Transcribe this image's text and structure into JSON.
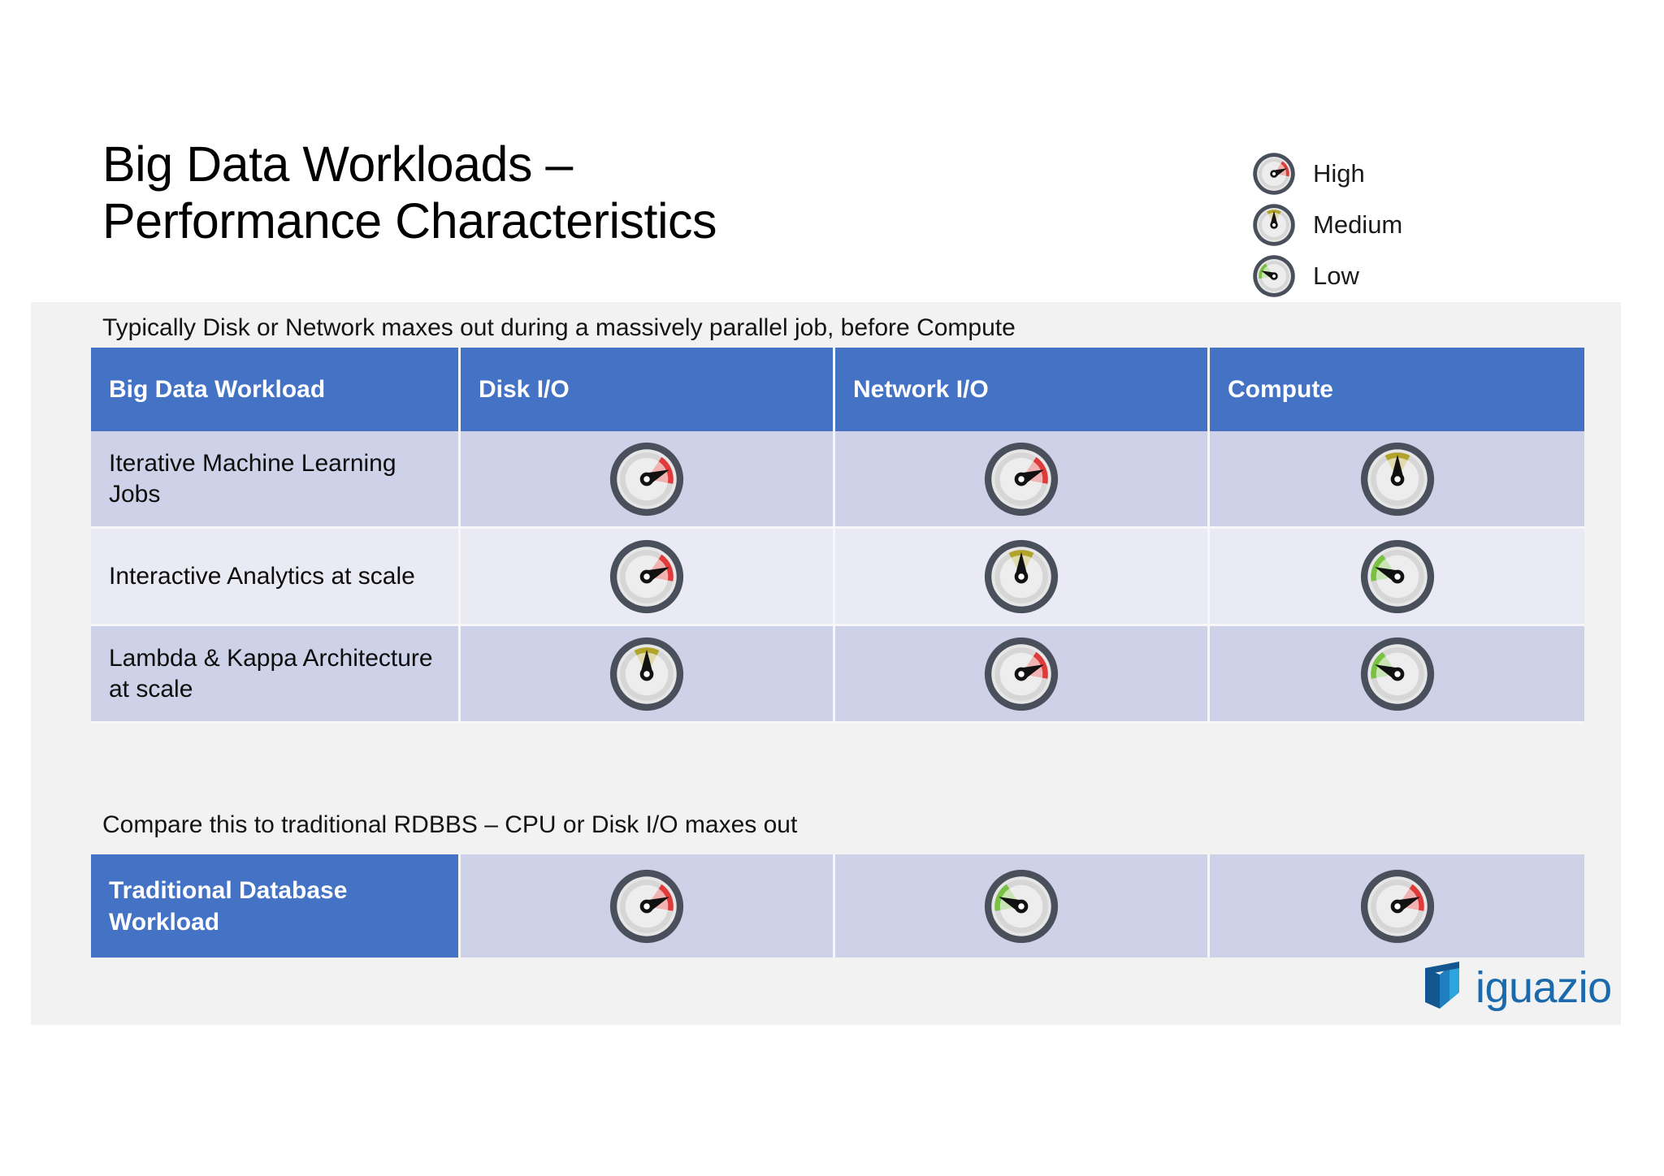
{
  "slide": {
    "title": "Big Data Workloads –\nPerformance Characteristics",
    "panel_background": "#f2f2f2",
    "accent_blue": "#4472c4"
  },
  "legend": {
    "items": [
      {
        "label": "High",
        "level": "high",
        "color": "#e03b3b",
        "icon": "gauge-high-icon"
      },
      {
        "label": "Medium",
        "level": "medium",
        "color": "#b2a42a",
        "icon": "gauge-medium-icon"
      },
      {
        "label": "Low",
        "level": "low",
        "color": "#7ac143",
        "icon": "gauge-low-icon"
      }
    ]
  },
  "captions": {
    "top": "Typically Disk or Network maxes out during a massively parallel job, before Compute",
    "bottom": "Compare this to traditional RDBBS – CPU or Disk I/O maxes out"
  },
  "table": {
    "headers": [
      "Big Data Workload",
      "Disk I/O",
      "Network I/O",
      "Compute"
    ],
    "rows": [
      {
        "label": "Iterative Machine Learning Jobs",
        "disk_io": "high",
        "network_io": "high",
        "compute": "medium"
      },
      {
        "label": "Interactive Analytics at scale",
        "disk_io": "high",
        "network_io": "medium",
        "compute": "low"
      },
      {
        "label": "Lambda & Kappa Architecture at scale",
        "disk_io": "medium",
        "network_io": "high",
        "compute": "low"
      }
    ]
  },
  "table_bottom": {
    "row": {
      "label": "Traditional Database Workload",
      "disk_io": "high",
      "network_io": "low",
      "compute": "high"
    }
  },
  "logo": {
    "text": "iguazio",
    "mark_color_dark": "#14568f",
    "mark_color_light": "#2ea4dd",
    "text_color": "#1b6aad"
  }
}
